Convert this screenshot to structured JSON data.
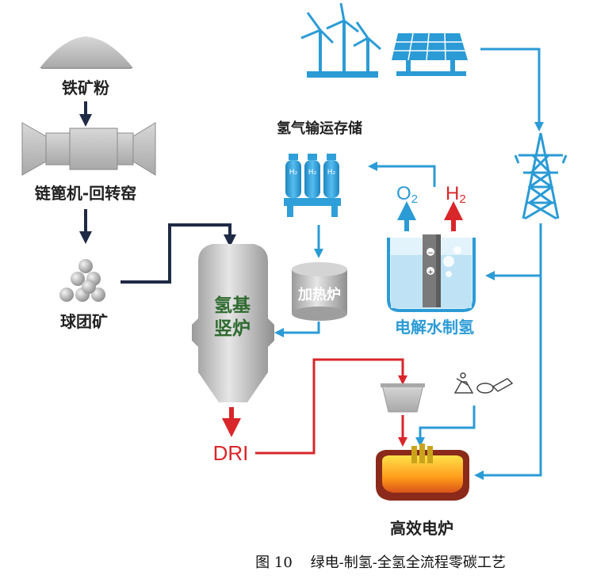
{
  "labels": {
    "iron_ore_powder": "铁矿粉",
    "grate_kiln": "链篦机-回转窑",
    "pellets": "球团矿",
    "h2_shaft_furnace_line1": "氢基",
    "h2_shaft_furnace_line2": "竖炉",
    "dri": "DRI",
    "h2_storage": "氢气输运存储",
    "heating_furnace": "加热炉",
    "o2": "O",
    "o2_sub": "2",
    "h2": "H",
    "h2_sub": "2",
    "electrolysis": "电解水制氢",
    "eaf": "高效电炉",
    "tank_label": "H₂"
  },
  "caption": "图 10    绿电-制氢-全氢全流程零碳工艺",
  "colors": {
    "dark_arrow": "#1f2a44",
    "blue_arrow": "#2b9bd6",
    "red_arrow": "#d9262a",
    "equipment_gray": "#b9b9b9",
    "green_text": "#2f6b2f",
    "tank_blue": "#2e9fd8"
  },
  "icons": [
    "powder-pile-icon",
    "grate-kiln-icon",
    "pellet-stack-icon",
    "wind-turbine-icon",
    "solar-panel-icon",
    "transmission-tower-icon",
    "h2-tank-icon",
    "electrolyzer-icon",
    "ladle-icon",
    "lab-equipment-icon",
    "electric-arc-furnace-icon"
  ]
}
